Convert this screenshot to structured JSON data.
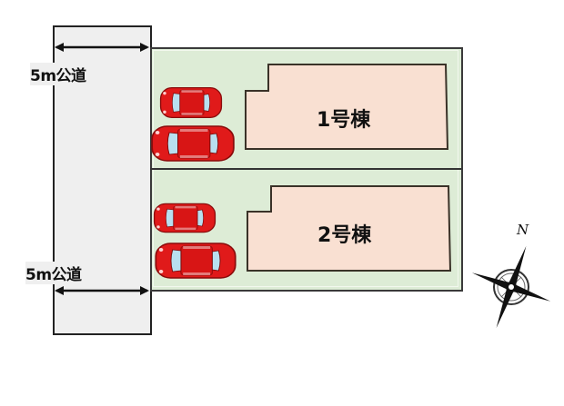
{
  "diagram": {
    "type": "site-plan",
    "colors": {
      "road_fill": "#efefef",
      "lot_fill": "#ddecd6",
      "building_fill": "#f9e0d2",
      "car_red": "#e01a1a",
      "car_glass": "#b8dff0",
      "outline": "#222222"
    },
    "roads": [
      {
        "label": "5m公道",
        "position": "top"
      },
      {
        "label": "5m公道",
        "position": "bottom"
      }
    ],
    "buildings": [
      {
        "label": "1号棟"
      },
      {
        "label": "2号棟"
      }
    ],
    "parking": [
      {
        "lot": "1号棟",
        "cars": 2
      },
      {
        "lot": "2号棟",
        "cars": 2
      }
    ],
    "compass": {
      "north_label": "N"
    }
  }
}
